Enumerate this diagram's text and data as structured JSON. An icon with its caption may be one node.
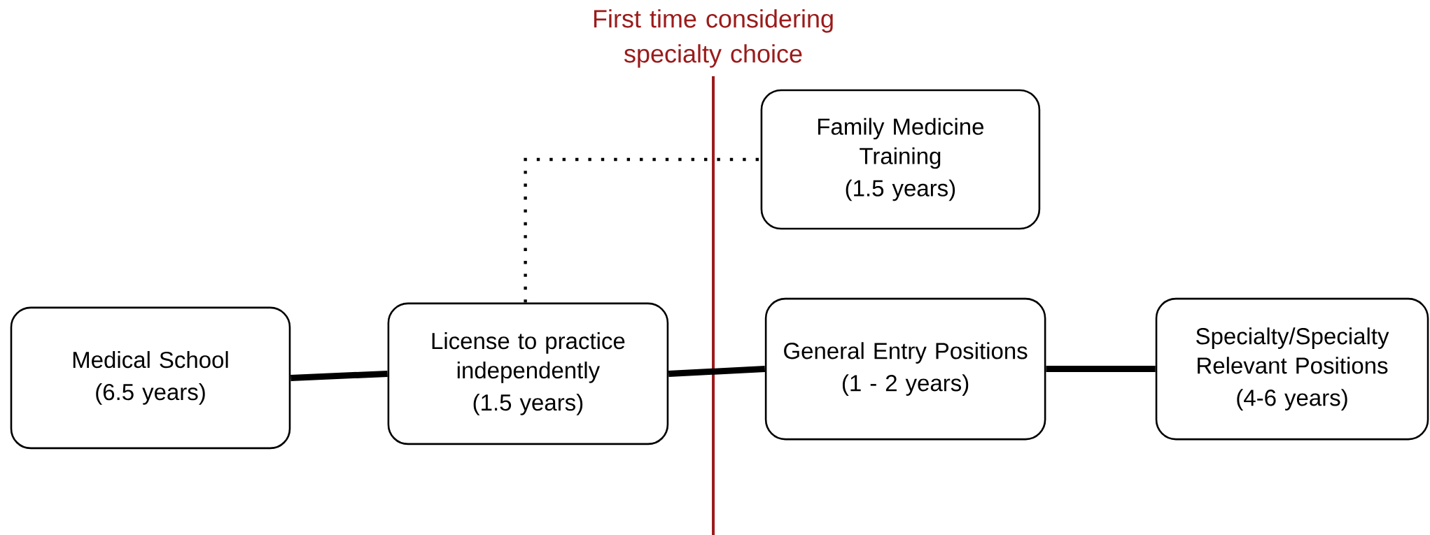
{
  "diagram": {
    "nodes": [
      {
        "text": [
          "Medical School",
          "(6.5 years)"
        ]
      },
      {
        "text": [
          "License to practice independently",
          "(1.5 years)"
        ]
      },
      {
        "text": [
          "Family Medicine Training",
          "(1.5 years)"
        ]
      },
      {
        "text": [
          "General Entry Positions",
          "(1 - 2 years)"
        ]
      },
      {
        "text": [
          "Specialty/Specialty Relevant Positions",
          "(4-6 years)"
        ]
      }
    ],
    "edges": [
      {
        "from": 0,
        "to": 1,
        "arrow": "none"
      },
      {
        "from": 1,
        "to": 2,
        "arrow": "none",
        "style": "dashed"
      },
      {
        "from": 1,
        "to": 3,
        "arrow": "none"
      },
      {
        "from": 3,
        "to": 4,
        "arrow": "none"
      }
    ],
    "labels": [
      "First time considering specialty choice"
    ]
  }
}
